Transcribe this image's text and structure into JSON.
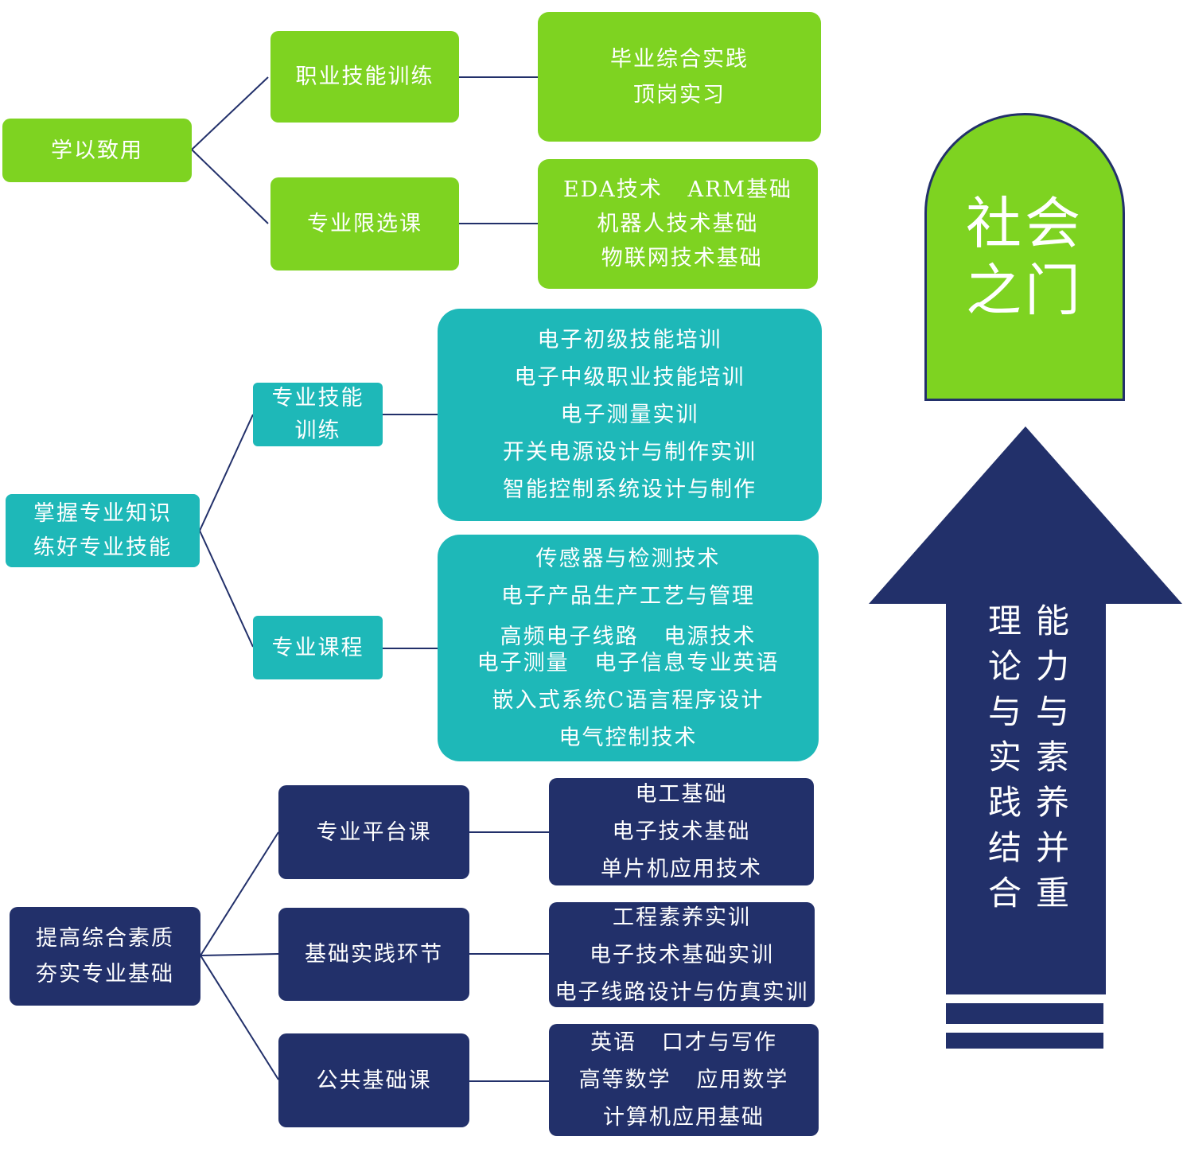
{
  "colors": {
    "green": "#7ED321",
    "teal": "#1EB8B8",
    "navy": "#22306A",
    "line": "#22306A"
  },
  "door": {
    "line1": "社会",
    "line2": "之门"
  },
  "arrow": {
    "col_left": "理论与实践结合",
    "col_right": "能力与素养并重"
  },
  "tiers": [
    {
      "root": {
        "lines": [
          "学以致用"
        ]
      },
      "branches": [
        {
          "label": [
            "职业技能训练"
          ],
          "items": [
            "毕业综合实践",
            "顶岗实习"
          ]
        },
        {
          "label": [
            "专业限选课"
          ],
          "items": [
            "EDA技术   ARM基础",
            "机器人技术基础",
            " 物联网技术基础"
          ]
        }
      ]
    },
    {
      "root": {
        "lines": [
          "掌握专业知识",
          "练好专业技能"
        ]
      },
      "branches": [
        {
          "label": [
            "专业技能",
            "训练"
          ],
          "items": [
            "电子初级技能培训",
            "电子中级职业技能培训",
            "电子测量实训",
            "开关电源设计与制作实训",
            "智能控制系统设计与制作"
          ]
        },
        {
          "label": [
            "专业课程"
          ],
          "items": [
            "传感器与检测技术",
            "电子产品生产工艺与管理",
            "高频电子线路   电源技术",
            "电子测量   电子信息专业英语",
            "嵌入式系统C语言程序设计",
            "电气控制技术"
          ]
        }
      ]
    },
    {
      "root": {
        "lines": [
          "提高综合素质",
          "夯实专业基础"
        ]
      },
      "branches": [
        {
          "label": [
            "专业平台课"
          ],
          "items": [
            "电工基础",
            "电子技术基础",
            "单片机应用技术"
          ]
        },
        {
          "label": [
            "基础实践环节"
          ],
          "items": [
            "工程素养实训",
            "电子技术基础实训",
            "电子线路设计与仿真实训"
          ]
        },
        {
          "label": [
            "公共基础课"
          ],
          "items": [
            "英语   口才与写作",
            "高等数学   应用数学",
            "计算机应用基础"
          ]
        }
      ]
    }
  ]
}
